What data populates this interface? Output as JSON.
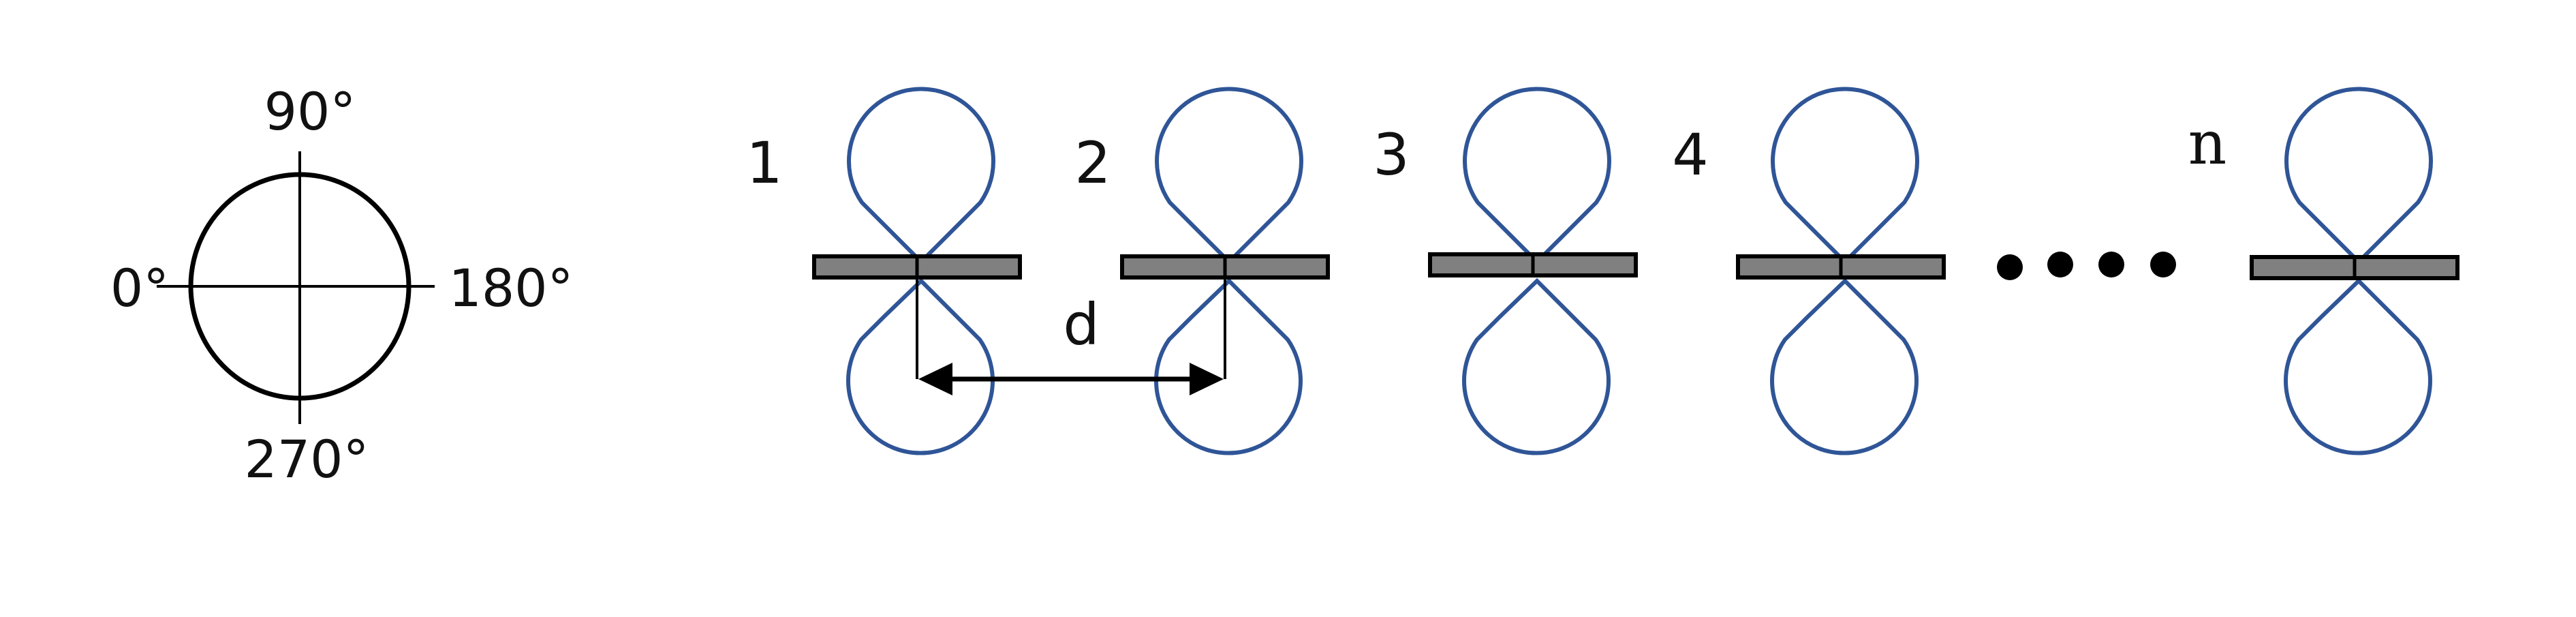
{
  "compass": {
    "top": "90°",
    "left": "0°",
    "right": "180°",
    "bottom": "270°"
  },
  "elements": [
    {
      "label": "1"
    },
    {
      "label": "2"
    },
    {
      "label": "3"
    },
    {
      "label": "4"
    },
    {
      "label": "n"
    }
  ],
  "spacing_label": "d",
  "continuation_dots": 4,
  "colors": {
    "lobe": "#2F5597",
    "element_fill": "#808080",
    "outline": "#000000"
  }
}
